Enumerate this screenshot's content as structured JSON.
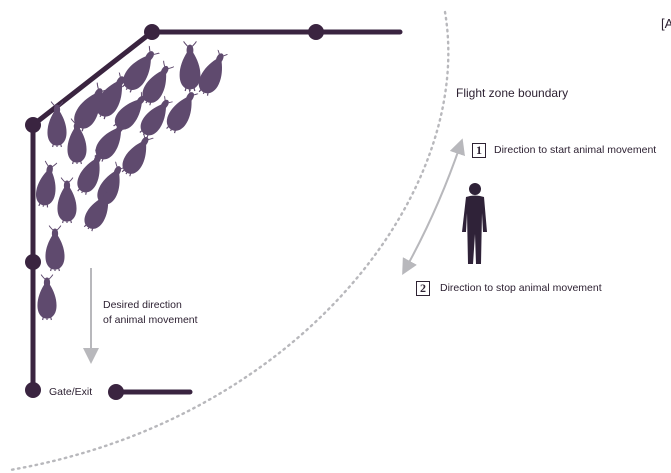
{
  "corner_fragment": "[A",
  "flight_zone_label": "Flight zone boundary",
  "steps": [
    {
      "number": "1",
      "text": "Direction to start animal movement"
    },
    {
      "number": "2",
      "text": "Direction to stop animal movement"
    }
  ],
  "desired_direction": {
    "line1": "Desired direction",
    "line2": "of animal movement"
  },
  "gate_label": "Gate/Exit",
  "colors": {
    "fence": "#3a2440",
    "animal": "#5f4a6e",
    "arrow": "#b8b8bc",
    "dots": "#b8b8bc",
    "person": "#2f2238",
    "text": "#2e2233"
  },
  "icons": [
    "cattle-icon",
    "person-handler-icon",
    "double-arrow-icon",
    "down-arrow-icon"
  ]
}
